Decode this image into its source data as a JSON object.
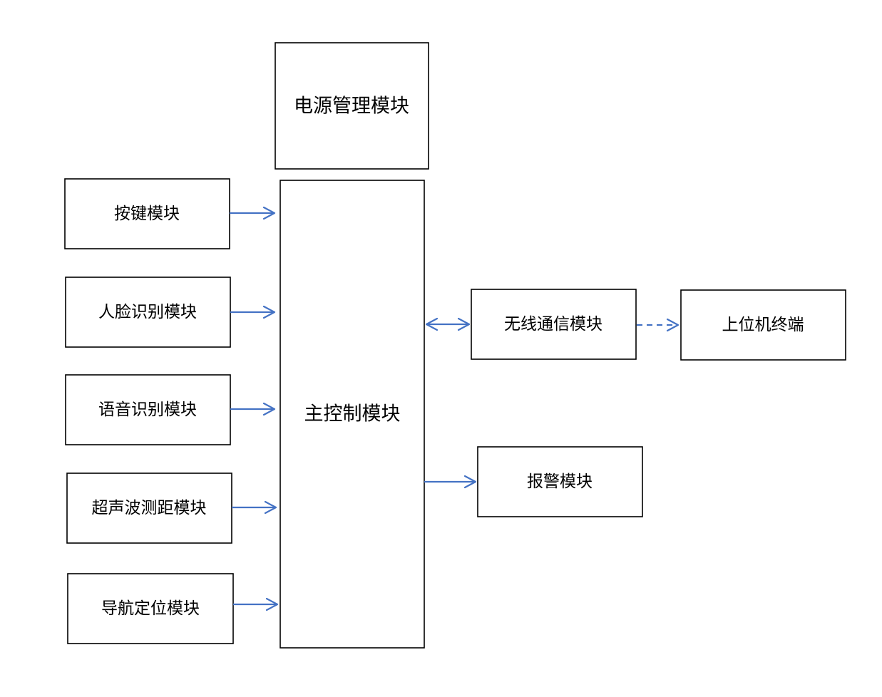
{
  "nodes": {
    "power": "电源管理模块",
    "main": "主控制模块",
    "key": "按键模块",
    "face": "人脸识别模块",
    "voice": "语音识别模块",
    "ultrasonic": "超声波测距模块",
    "nav": "导航定位模块",
    "wireless": "无线通信模块",
    "host": "上位机终端",
    "alarm": "报警模块"
  },
  "edges": [
    {
      "from": "key",
      "to": "main",
      "style": "solid",
      "direction": "forward"
    },
    {
      "from": "face",
      "to": "main",
      "style": "solid",
      "direction": "forward"
    },
    {
      "from": "voice",
      "to": "main",
      "style": "solid",
      "direction": "forward"
    },
    {
      "from": "ultrasonic",
      "to": "main",
      "style": "solid",
      "direction": "forward"
    },
    {
      "from": "nav",
      "to": "main",
      "style": "solid",
      "direction": "forward"
    },
    {
      "from": "main",
      "to": "wireless",
      "style": "solid",
      "direction": "both"
    },
    {
      "from": "wireless",
      "to": "host",
      "style": "dashed",
      "direction": "forward"
    },
    {
      "from": "main",
      "to": "alarm",
      "style": "solid",
      "direction": "forward"
    }
  ],
  "colors": {
    "arrow": "#4472c4",
    "box_stroke": "#000000"
  }
}
